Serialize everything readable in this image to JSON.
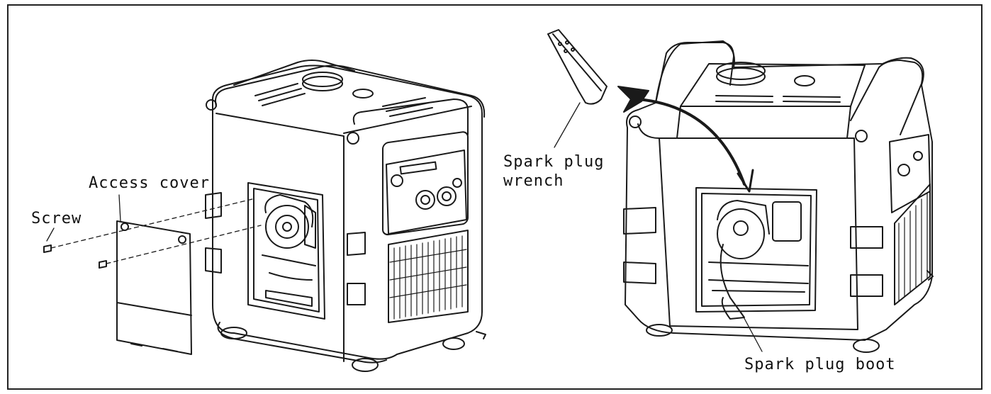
{
  "labels": {
    "access_cover": "Access cover",
    "screw": "Screw",
    "spark_plug_wrench_line1": "Spark plug",
    "spark_plug_wrench_line2": "wrench",
    "spark_plug_boot": "Spark plug boot"
  },
  "colors": {
    "line": "#1a1a1a",
    "background": "#ffffff"
  }
}
